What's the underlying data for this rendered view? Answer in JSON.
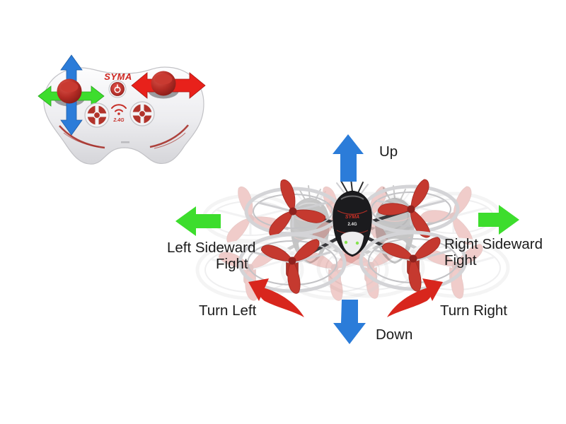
{
  "diagram": {
    "subject": "SYMA quadcopter drone and remote controller flight-control instruction diagram"
  },
  "colors": {
    "arrow_up_down": "#2b7cd9",
    "arrow_sideward": "#3ddd2d",
    "arrow_stick_red": "#e8211b",
    "arrow_turn": "#d8261d",
    "label_text": "#1b1b1b",
    "brand_red": "#ce2620"
  },
  "controller": {
    "brand": "SYMA",
    "frequency_label": "2.4G"
  },
  "drone": {
    "brand": "SYMA",
    "frequency_label": "2.4G"
  },
  "labels": {
    "up": "Up",
    "down": "Down",
    "left_sideward_line1": "Left Sideward",
    "left_sideward_line2": "Fight",
    "right_sideward_line1": "Right Sideward",
    "right_sideward_line2": "Fight",
    "turn_left": "Turn Left",
    "turn_right": "Turn Right"
  }
}
